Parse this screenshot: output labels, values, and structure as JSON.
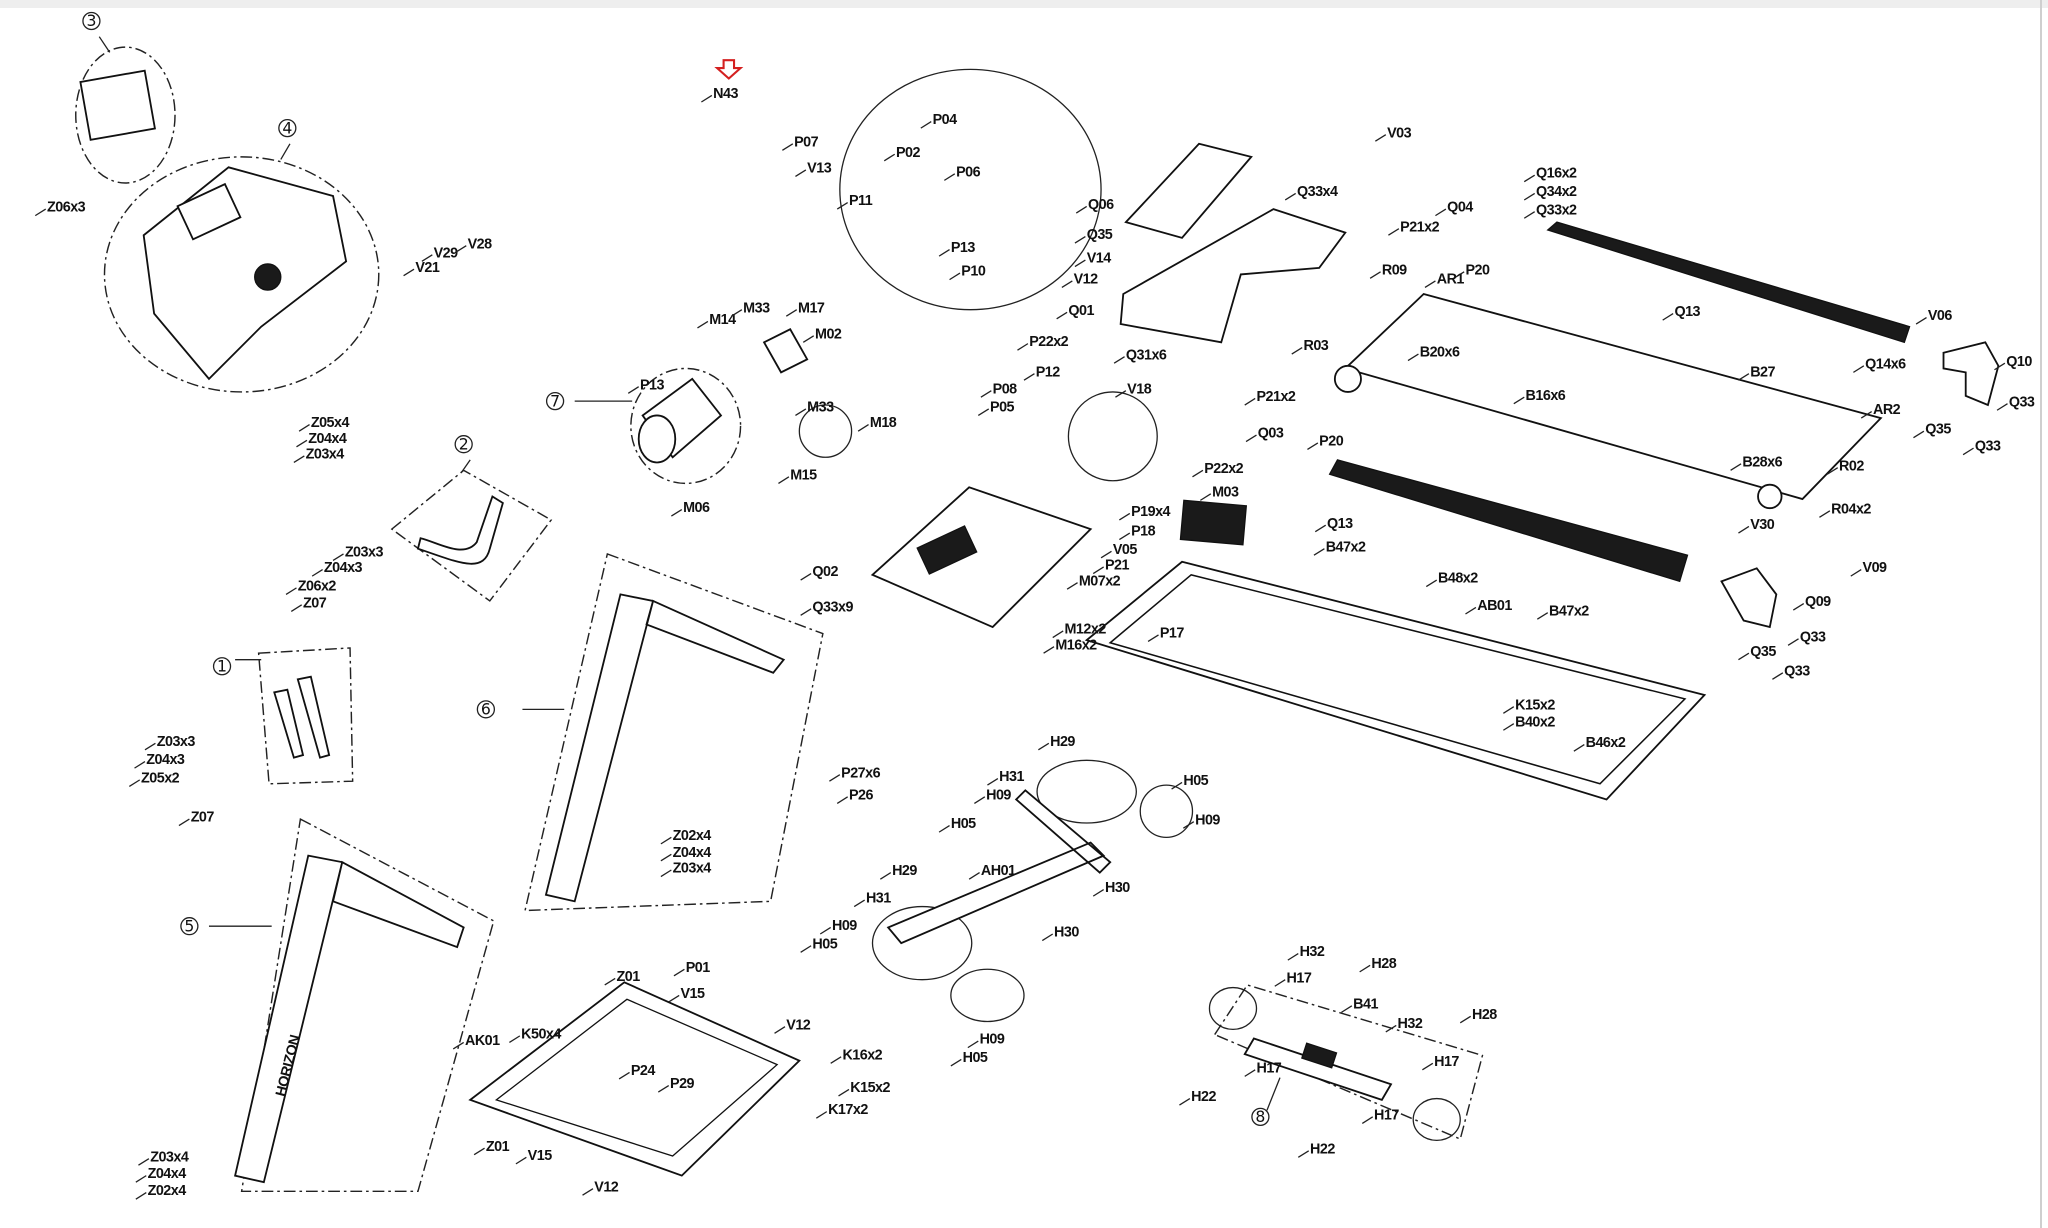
{
  "diagram": {
    "type": "exploded parts diagram",
    "brand_mark": "HORIZON",
    "highlight_color": "#d42020",
    "highlighted_part": "N43",
    "assembly_numbers": [
      "③",
      "④",
      "②",
      "①",
      "⑦",
      "⑥",
      "⑤",
      "⑧"
    ],
    "labels": [
      "N43",
      "Z06x3",
      "V21",
      "V29",
      "V28",
      "Z05x4",
      "Z04x4",
      "Z03x4",
      "P07",
      "V13",
      "P11",
      "P04",
      "P02",
      "P06",
      "P13",
      "P10",
      "Q06",
      "Q35",
      "V14",
      "V12",
      "Q01",
      "Q31x6",
      "Q33x4",
      "V03",
      "Q16x2",
      "Q34x2",
      "Q33x2",
      "Q04",
      "P21x2",
      "P20",
      "R09",
      "AR1",
      "Q13",
      "V06",
      "Q10",
      "Q33",
      "Q14x6",
      "B27",
      "B20x6",
      "R03",
      "P21x2",
      "B16x6",
      "Q03",
      "P20",
      "AR2",
      "Q35",
      "Q33",
      "R02",
      "B28x6",
      "R04x2",
      "V30",
      "Q13",
      "V09",
      "Q09",
      "Q33",
      "Q35",
      "Q33",
      "M14",
      "M33",
      "M17",
      "M02",
      "M33",
      "M18",
      "M15",
      "M06",
      "P13",
      "P22x2",
      "P12",
      "V18",
      "P08",
      "P05",
      "P22x2",
      "M03",
      "P19x4",
      "P18",
      "V05",
      "P21",
      "M07x2",
      "M12x2",
      "M16x2",
      "P17",
      "Q02",
      "Q33x9",
      "B47x2",
      "B48x2",
      "AB01",
      "B47x2",
      "K15x2",
      "B40x2",
      "B46x2",
      "Z03x3",
      "Z04x3",
      "Z06x2",
      "Z07",
      "Z03x3",
      "Z04x3",
      "Z05x2",
      "Z07",
      "P27x6",
      "P26",
      "H29",
      "H31",
      "H09",
      "H05",
      "H05",
      "H09",
      "AH01",
      "H30",
      "H29",
      "H31",
      "H09",
      "H05",
      "H30",
      "H09",
      "H05",
      "Z02x4",
      "Z04x4",
      "Z03x4",
      "Z01",
      "P01",
      "V15",
      "V12",
      "AK01",
      "K50x4",
      "P24",
      "P29",
      "K16x2",
      "K15x2",
      "K17x2",
      "Z01",
      "V15",
      "V12",
      "Z03x4",
      "Z04x4",
      "Z02x4",
      "H32",
      "H17",
      "H28",
      "B41",
      "H32",
      "H28",
      "H17",
      "H17",
      "H22",
      "H17",
      "H22"
    ]
  }
}
